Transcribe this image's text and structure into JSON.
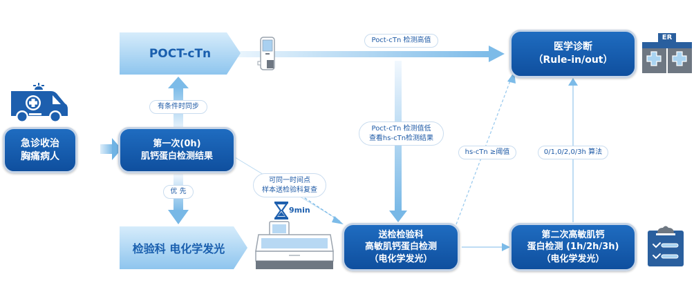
{
  "colors": {
    "box_dark": "#1560b4",
    "box_border": "#c6d4e6",
    "light_box": "#a9d3f1",
    "arrow": "#7cbbe8",
    "pill_text": "#1e5aa6",
    "icon_dark": "#2a5f9e",
    "icon_gray": "#6e7782"
  },
  "nodes": {
    "poct": {
      "label": "POCT-cTn"
    },
    "lab": {
      "label": "检验科 电化学发光"
    },
    "patient": {
      "lines": [
        "急诊收治",
        "胸痛病人"
      ]
    },
    "first_test": {
      "lines": [
        "第一次(0h)",
        "肌钙蛋白检测结果"
      ]
    },
    "send_lab": {
      "lines": [
        "送检检验科",
        "高敏肌钙蛋白检测",
        "（电化学发光）"
      ]
    },
    "second_test": {
      "lines": [
        "第二次高敏肌钙",
        "蛋白检测 (1h/2h/3h)",
        "（电化学发光）"
      ]
    },
    "diagnosis": {
      "lines": [
        "医学诊断",
        "（Rule-in/out）"
      ]
    }
  },
  "edge_labels": {
    "sync": "有条件时同步",
    "priority": "优 先",
    "poct_high": "Poct-cTn 检测高值",
    "poct_low": [
      "Poct-cTn 检测值低",
      "查看hs-cTn检测结果"
    ],
    "same_time": [
      "可同一时间点",
      "样本送检验科复查"
    ],
    "hs_threshold": "hs-cTn ≥阈值",
    "algorithm": "0/1,0/2,0/3h 算法"
  },
  "icons": {
    "ambulance": "ambulance-icon",
    "poct_device": "poct-device-icon",
    "hourglass": "hourglass-icon",
    "analyzer": "lab-analyzer-icon",
    "er": "er-hospital-icon",
    "clipboard": "clipboard-checklist-icon"
  },
  "timer": {
    "value": "9min"
  },
  "er_label": "ER"
}
